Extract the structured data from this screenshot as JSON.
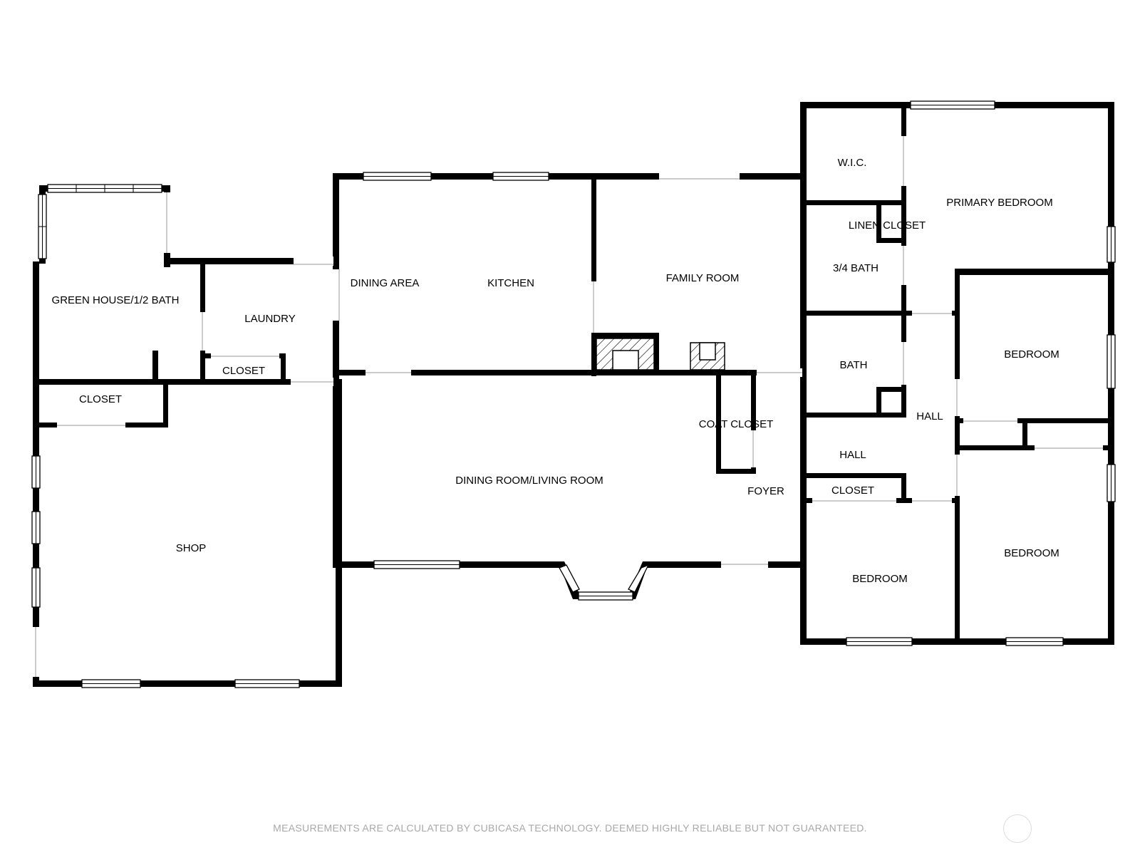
{
  "rooms": {
    "wic": "W.I.C.",
    "primary_bedroom": "PRIMARY BEDROOM",
    "linen_closet": "LINEN CLOSET",
    "three_quarter_bath": "3/4 BATH",
    "green_house": "GREEN HOUSE/1/2 BATH",
    "laundry": "LAUNDRY",
    "dining_area": "DINING AREA",
    "kitchen": "KITCHEN",
    "family_room": "FAMILY ROOM",
    "laundry_closet": "CLOSET",
    "bath": "BATH",
    "bedroom_upper_right": "BEDROOM",
    "shop_closet": "CLOSET",
    "hall_vertical": "HALL",
    "coat_closet": "COAT CLOSET",
    "hall": "HALL",
    "dining_living": "DINING ROOM/LIVING ROOM",
    "foyer": "FOYER",
    "hall_closet": "CLOSET",
    "shop": "SHOP",
    "bedroom_lower_right": "BEDROOM",
    "bedroom_lower_middle": "BEDROOM"
  },
  "footer": {
    "disclaimer": "MEASUREMENTS ARE CALCULATED BY CUBICASA TECHNOLOGY. DEEMED HIGHLY RELIABLE BUT NOT GUARANTEED."
  },
  "colors": {
    "wall": "#000000",
    "background": "#ffffff",
    "disclaimer_text": "#a8a8a8"
  }
}
